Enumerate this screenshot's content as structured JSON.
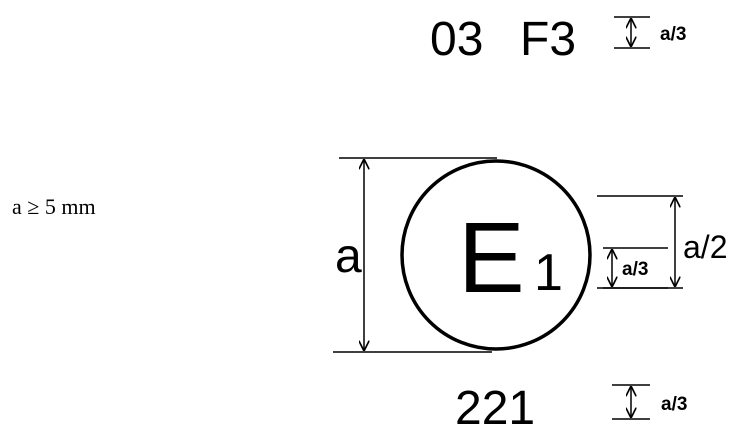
{
  "top_marking": {
    "approval_number": "03",
    "symbol": "F3",
    "height_label": "a/3"
  },
  "constraint": {
    "text": "a ≥ 5 mm"
  },
  "mark": {
    "letter": "E",
    "country_code": "1"
  },
  "dimensions": {
    "circle_diameter": "a",
    "letter_height": "a/2",
    "digit_height": "a/3"
  },
  "bottom_marking": {
    "number": "221",
    "height_label": "a/3"
  }
}
